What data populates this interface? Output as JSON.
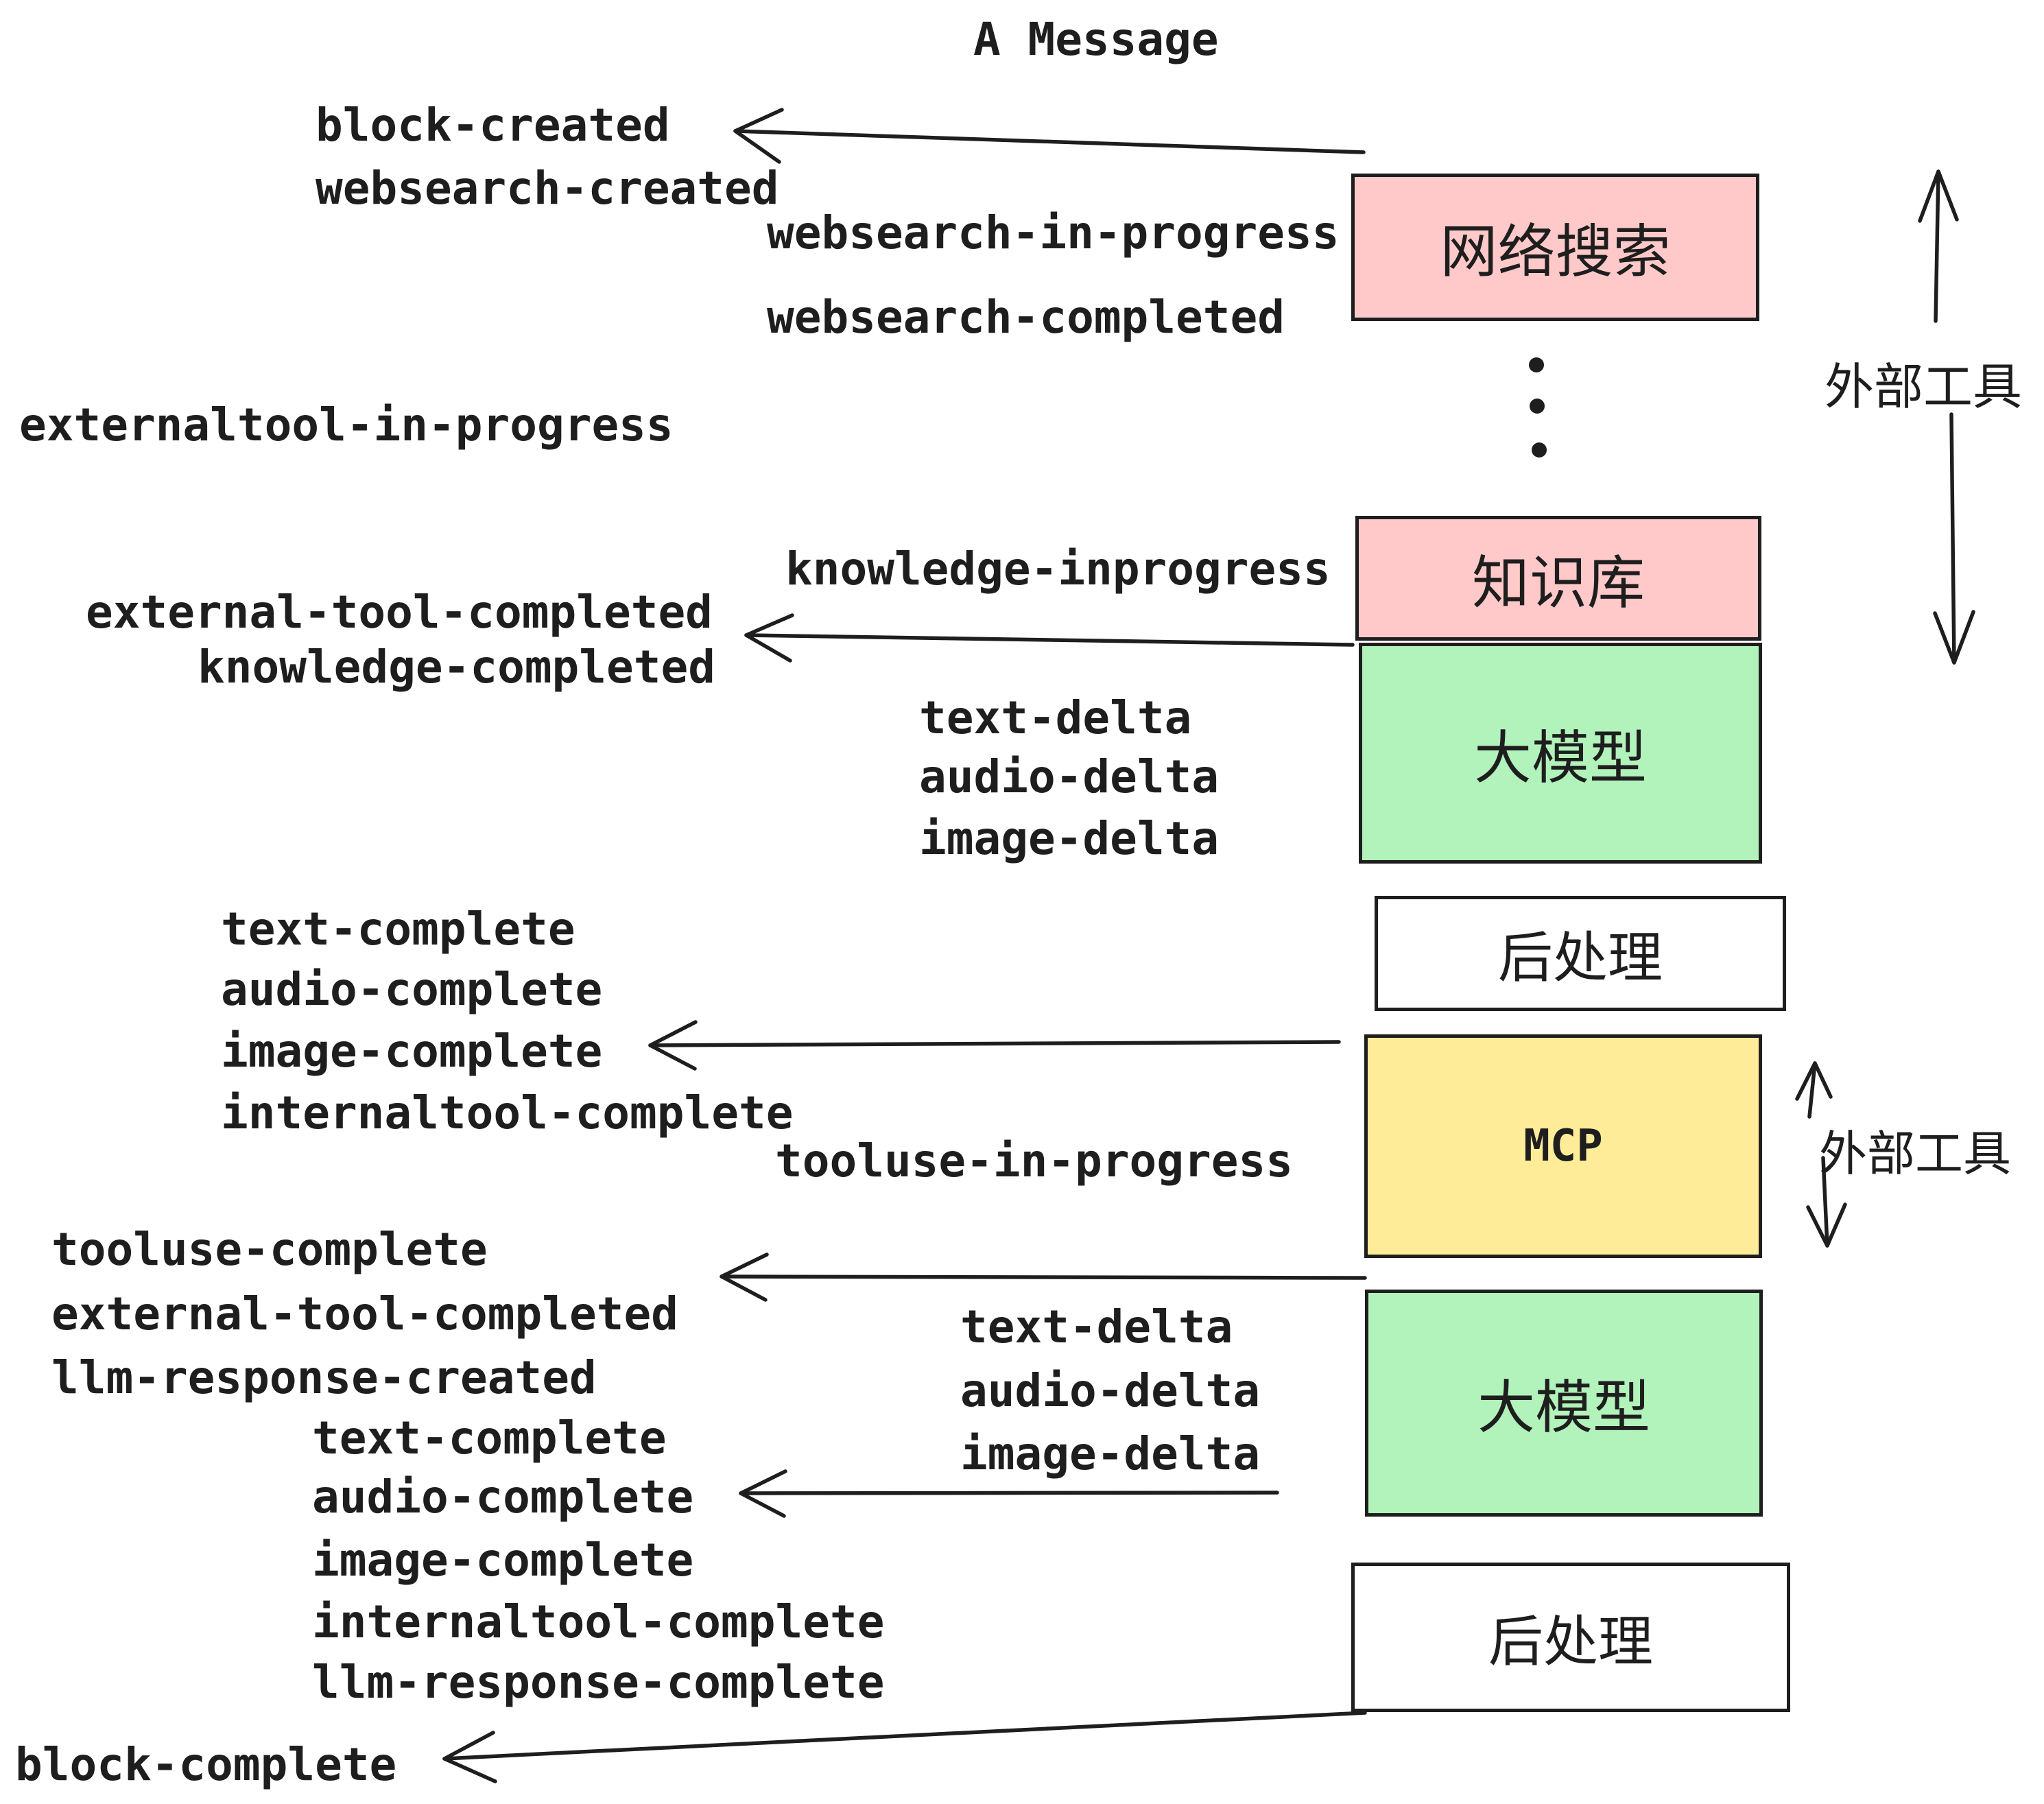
{
  "title": "A Message",
  "palette": {
    "ink": "#1e1e1e",
    "pink": "#ffc9c9",
    "green": "#b2f2bb",
    "yellow": "#ffec99",
    "white": "#ffffff"
  },
  "boxes": {
    "websearch": "网络搜索",
    "knowledge": "知识库",
    "llm1": "大模型",
    "post1": "后处理",
    "mcp": "MCP",
    "llm2": "大模型",
    "post2": "后处理"
  },
  "side_labels": {
    "external_tools_1": "外部工具",
    "external_tools_2": "外部工具"
  },
  "events": {
    "block_created": "block-created",
    "websearch_created": "websearch-created",
    "websearch_in_progress": "websearch-in-progress",
    "websearch_completed": "websearch-completed",
    "externaltool_in_progress": "externaltool-in-progress",
    "knowledge_inprogress": "knowledge-inprogress",
    "external_tool_completed_1": "external-tool-completed",
    "knowledge_completed": "knowledge-completed",
    "text_delta_1": "text-delta",
    "audio_delta_1": "audio-delta",
    "image_delta_1": "image-delta",
    "text_complete_1": "text-complete",
    "audio_complete_1": "audio-complete",
    "image_complete_1": "image-complete",
    "internaltool_complete_1": "internaltool-complete",
    "tooluse_in_progress": "tooluse-in-progress",
    "tooluse_complete": "tooluse-complete",
    "external_tool_completed_2": "external-tool-completed",
    "llm_response_created": "llm-response-created",
    "text_complete_2": "text-complete",
    "audio_complete_2": "audio-complete",
    "image_complete_2": "image-complete",
    "internaltool_complete_2": "internaltool-complete",
    "llm_response_complete": "llm-response-complete",
    "block_complete": "block-complete",
    "text_delta_2": "text-delta",
    "audio_delta_2": "audio-delta",
    "image_delta_2": "image-delta"
  }
}
